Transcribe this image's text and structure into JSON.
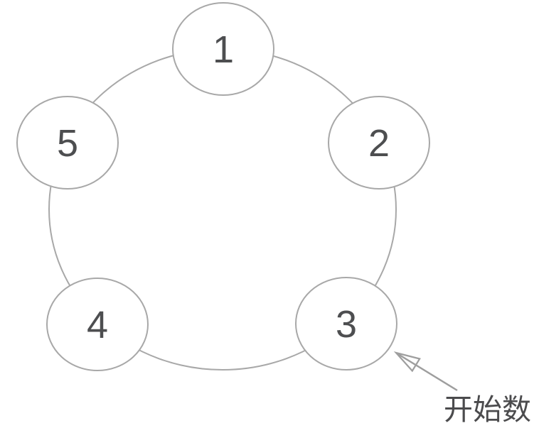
{
  "figure": {
    "type": "circular-ring-diagram",
    "nodes": [
      {
        "id": "node-1",
        "label": "1"
      },
      {
        "id": "node-2",
        "label": "2"
      },
      {
        "id": "node-3",
        "label": "3"
      },
      {
        "id": "node-4",
        "label": "4"
      },
      {
        "id": "node-5",
        "label": "5"
      }
    ],
    "annotation": {
      "label": "开始数",
      "points_to_node": "3"
    },
    "colors": {
      "background": "#ffffff",
      "ring_stroke": "#a8a8a8",
      "node_stroke": "#a8a8a8",
      "node_fill": "#ffffff",
      "node_label": "#4d4e50",
      "arrow": "#9e9e9e",
      "annotation_text": "#4b4b4d"
    }
  }
}
